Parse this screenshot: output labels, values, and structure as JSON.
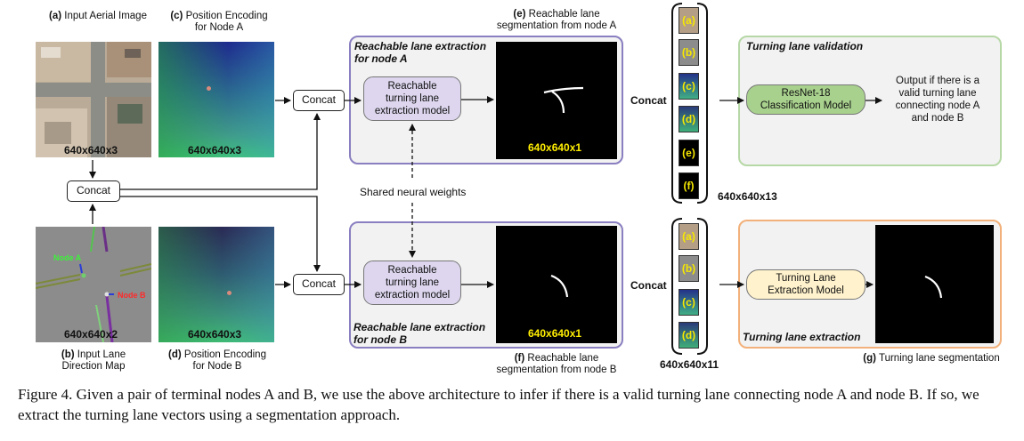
{
  "labels": {
    "a_tag": "(a)",
    "a_text": "Input Aerial Image",
    "b_tag": "(b)",
    "b_text_1": "Input Lane",
    "b_text_2": "Direction Map",
    "c_tag": "(c)",
    "c_text_1": "Position Encoding",
    "c_text_2": "for Node A",
    "d_tag": "(d)",
    "d_text_1": "Position Encoding",
    "d_text_2": "for Node B",
    "e_tag": "(e)",
    "e_text_1": "Reachable lane",
    "e_text_2": "segmentation from node A",
    "f_tag": "(f)",
    "f_text_1": "Reachable lane",
    "f_text_2": "segmentation from node B",
    "g_tag": "(g)",
    "g_text": "Turning lane segmentation"
  },
  "dims": {
    "a": "640x640x3",
    "b": "640x640x2",
    "c": "640x640x3",
    "d": "640x640x3",
    "e": "640x640x1",
    "f": "640x640x1",
    "stack_top": "640x640x13",
    "stack_bottom": "640x640x11"
  },
  "nodes": {
    "node_a": "Node A",
    "node_b": "Node B"
  },
  "concat": {
    "left": "Concat",
    "top": "Concat",
    "bottom": "Concat",
    "right_top": "Concat",
    "right_bottom": "Concat"
  },
  "panels": {
    "extract_a_1": "Reachable lane extraction",
    "extract_a_2": "for node A",
    "extract_b_1": "Reachable lane extraction",
    "extract_b_2": "for node B",
    "validation": "Turning lane validation",
    "turning_extraction": "Turning lane extraction"
  },
  "models": {
    "reach_a_1": "Reachable",
    "reach_a_2": "turning lane",
    "reach_a_3": "extraction model",
    "reach_b_1": "Reachable",
    "reach_b_2": "turning lane",
    "reach_b_3": "extraction model",
    "resnet_1": "ResNet-18",
    "resnet_2": "Classification Model",
    "turning_1": "Turning Lane",
    "turning_2": "Extraction Model"
  },
  "shared": "Shared neural weights",
  "output_text": [
    "Output if there is a",
    "valid turning lane",
    "connecting node A",
    "and node B"
  ],
  "stack_top": [
    "(a)",
    "(b)",
    "(c)",
    "(d)",
    "(e)",
    "(f)"
  ],
  "stack_bottom": [
    "(a)",
    "(b)",
    "(c)",
    "(d)"
  ],
  "caption": "Figure 4. Given a pair of terminal nodes A and B, we use the above architecture to infer if there is a valid turning lane connecting node A and node B. If so, we extract the turning lane vectors using a segmentation approach.",
  "colors": {
    "purple_border": "#8a7fc0",
    "purple_fill": "#ddd6ee",
    "green_border": "#b6d8a6",
    "green_fill": "#a9d18e",
    "orange_border": "#f2b07a",
    "orange_fill": "#fff2cc",
    "panel_bg": "#f2f2f2",
    "seg_text": "#ffee00"
  }
}
